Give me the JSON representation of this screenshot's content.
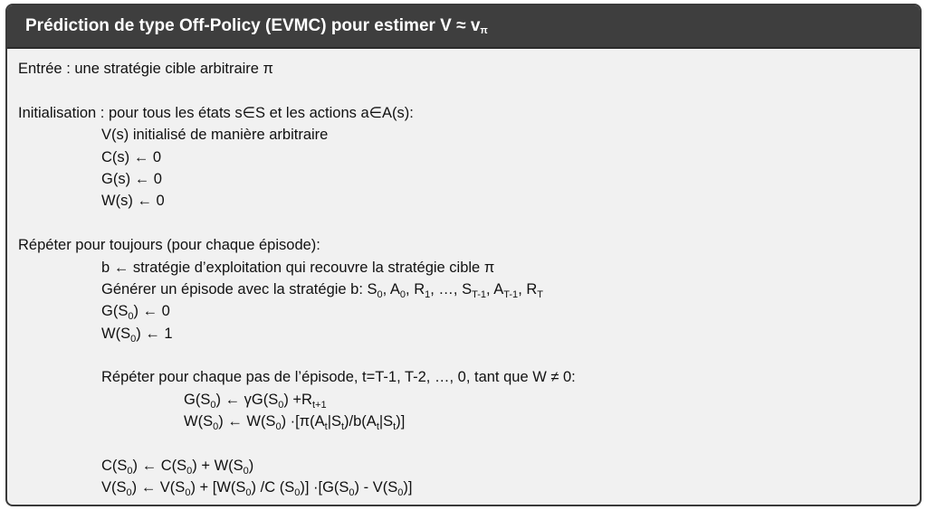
{
  "title": {
    "text": "Prédiction de type Off-Policy (EVMC) pour estimer V ≈ v",
    "sub": "π"
  },
  "lines": {
    "input": "Entrée : une stratégie cible arbitraire π",
    "init": "Initialisation : pour tous les états s∈S et les actions a∈A(s):",
    "init_v": "V(s) initialisé de manière arbitraire",
    "init_c": "C(s) ← 0",
    "init_g": "G(s) ← 0",
    "init_w": "W(s) ← 0",
    "repeat": "Répéter pour toujours (pour chaque épisode):",
    "b_assign": "b ← stratégie d’exploitation qui recouvre la stratégie cible π",
    "generate": {
      "p1": "Générer un épisode avec la stratégie b: S",
      "s1": "0",
      "p2": ", A",
      "s2": "0",
      "p3": ", R",
      "s3": "1",
      "p4": ", …, S",
      "s4": "T-1",
      "p5": ", A",
      "s5": "T-1",
      "p6": ", R",
      "s6": "T"
    },
    "g_s0": {
      "p1": "G(S",
      "s1": "0",
      "p2": ") ← 0"
    },
    "w_s0": {
      "p1": "W(S",
      "s1": "0",
      "p2": ") ← 1"
    },
    "inner_repeat": "Répéter pour chaque pas de l’épisode, t=T-1, T-2, …, 0, tant que W ≠ 0:",
    "g_update": {
      "p1": "G(S",
      "s1": "0",
      "p2": ") ← γG(S",
      "s2": "0",
      "p3": ") +R",
      "s3": "t+1"
    },
    "w_update": {
      "p1": "W(S",
      "s1": "0",
      "p2": ") ← W(S",
      "s2": "0",
      "p3": ") ·[π(A",
      "s3": "t",
      "p4": "|S",
      "s4": "t",
      "p5": ")/b(A",
      "s5": "t",
      "p6": "|S",
      "s6": "t",
      "p7": ")]"
    },
    "c_update": {
      "p1": "C(S",
      "s1": "0",
      "p2": ") ← C(S",
      "s2": "0",
      "p3": ") + W(S",
      "s3": "0",
      "p4": ")"
    },
    "v_update": {
      "p1": "V(S",
      "s1": "0",
      "p2": ") ← V(S",
      "s2": "0",
      "p3": ") + [W(S",
      "s3": "0",
      "p4": ") /C (S",
      "s4": "0",
      "p5": ")] ·[G(S",
      "s5": "0",
      "p6": ") - V(S",
      "s6": "0",
      "p7": ")]"
    }
  }
}
